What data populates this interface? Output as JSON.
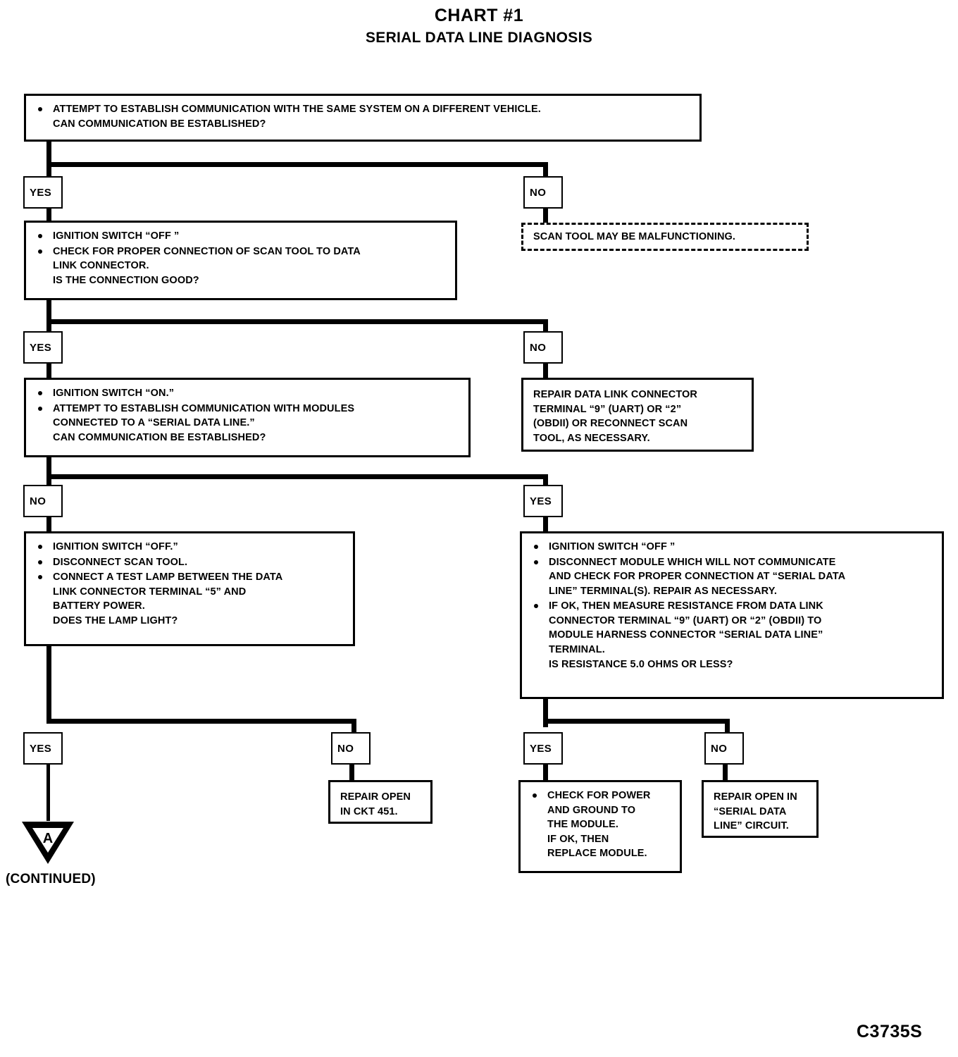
{
  "title": {
    "main": "CHART #1",
    "sub": "SERIAL DATA LINE DIAGNOSIS"
  },
  "footer": {
    "code": "C3735S",
    "continued": "(CONTINUED)"
  },
  "labels": {
    "yes": "YES",
    "no": "NO",
    "connector_a": "A"
  },
  "chart_data": {
    "type": "diagram",
    "diagram_type": "flowchart",
    "title": "CHART #1 — SERIAL DATA LINE DIAGNOSIS",
    "nodes": [
      {
        "id": "step1",
        "kind": "decision",
        "border": "solid",
        "bullets": [
          [
            "ATTEMPT TO ESTABLISH COMMUNICATION WITH THE SAME SYSTEM ON A DIFFERENT VEHICLE.",
            "CAN COMMUNICATION BE ESTABLISHED?"
          ]
        ]
      },
      {
        "id": "step1_no_result",
        "kind": "terminal",
        "border": "dashed",
        "bullets": [
          [
            "SCAN TOOL MAY BE MALFUNCTIONING."
          ]
        ]
      },
      {
        "id": "step2",
        "kind": "decision",
        "border": "solid",
        "bullets": [
          [
            "IGNITION SWITCH “OFF ”"
          ],
          [
            "CHECK FOR PROPER CONNECTION OF SCAN TOOL TO DATA",
            "LINK CONNECTOR.",
            "IS THE CONNECTION GOOD?"
          ]
        ]
      },
      {
        "id": "step2_no_result",
        "kind": "terminal",
        "border": "solid",
        "bullets": [
          [
            "REPAIR DATA LINK CONNECTOR",
            "TERMINAL “9” (UART) OR “2”",
            "(OBDII) OR RECONNECT SCAN",
            "TOOL, AS NECESSARY."
          ]
        ]
      },
      {
        "id": "step3",
        "kind": "decision",
        "border": "solid",
        "bullets": [
          [
            "IGNITION SWITCH “ON.”"
          ],
          [
            "ATTEMPT TO ESTABLISH COMMUNICATION WITH MODULES",
            "CONNECTED TO A “SERIAL DATA LINE.”",
            "CAN COMMUNICATION BE ESTABLISHED?"
          ]
        ]
      },
      {
        "id": "step4_left",
        "kind": "decision",
        "border": "solid",
        "bullets": [
          [
            "IGNITION SWITCH “OFF.”"
          ],
          [
            "DISCONNECT SCAN TOOL."
          ],
          [
            "CONNECT A TEST LAMP BETWEEN THE DATA",
            "LINK CONNECTOR TERMINAL “5” AND",
            "BATTERY POWER.",
            "DOES THE LAMP LIGHT?"
          ]
        ]
      },
      {
        "id": "step4_right",
        "kind": "decision",
        "border": "solid",
        "bullets": [
          [
            "IGNITION SWITCH “OFF ”"
          ],
          [
            "DISCONNECT MODULE WHICH WILL NOT COMMUNICATE",
            "AND CHECK FOR PROPER CONNECTION AT “SERIAL DATA",
            "LINE” TERMINAL(S).  REPAIR AS NECESSARY."
          ],
          [
            "IF OK, THEN MEASURE RESISTANCE FROM DATA LINK",
            "CONNECTOR TERMINAL “9” (UART) OR “2” (OBDII) TO",
            "MODULE HARNESS CONNECTOR “SERIAL DATA LINE”",
            "TERMINAL.",
            "IS RESISTANCE 5.0 OHMS OR LESS?"
          ]
        ]
      },
      {
        "id": "step4_left_no_result",
        "kind": "terminal",
        "border": "solid",
        "bullets": [
          [
            "REPAIR OPEN",
            "IN CKT 451."
          ]
        ]
      },
      {
        "id": "step4_right_yes_result",
        "kind": "terminal",
        "border": "solid",
        "bullets": [
          [
            "CHECK FOR POWER",
            "AND GROUND TO",
            "THE MODULE.",
            "IF OK, THEN",
            "REPLACE MODULE."
          ]
        ]
      },
      {
        "id": "step4_right_no_result",
        "kind": "terminal",
        "border": "solid",
        "bullets": [
          [
            "REPAIR OPEN IN",
            "“SERIAL DATA",
            "LINE” CIRCUIT."
          ]
        ]
      }
    ],
    "edges": [
      {
        "from": "step1",
        "label": "YES",
        "to": "step2"
      },
      {
        "from": "step1",
        "label": "NO",
        "to": "step1_no_result"
      },
      {
        "from": "step2",
        "label": "YES",
        "to": "step3"
      },
      {
        "from": "step2",
        "label": "NO",
        "to": "step2_no_result"
      },
      {
        "from": "step3",
        "label": "NO",
        "to": "step4_left"
      },
      {
        "from": "step3",
        "label": "YES",
        "to": "step4_right"
      },
      {
        "from": "step4_left",
        "label": "YES",
        "to": "connector_a"
      },
      {
        "from": "step4_left",
        "label": "NO",
        "to": "step4_left_no_result"
      },
      {
        "from": "step4_right",
        "label": "YES",
        "to": "step4_right_yes_result"
      },
      {
        "from": "step4_right",
        "label": "NO",
        "to": "step4_right_no_result"
      }
    ]
  },
  "boxes": {
    "step1": {
      "b1l1": "ATTEMPT TO ESTABLISH COMMUNICATION WITH THE SAME SYSTEM ON A DIFFERENT VEHICLE.",
      "b1l2": "CAN COMMUNICATION BE ESTABLISHED?"
    },
    "step1_no_result": {
      "l1": "SCAN TOOL MAY BE MALFUNCTIONING."
    },
    "step2": {
      "b1l1": "IGNITION SWITCH “OFF ”",
      "b2l1": "CHECK FOR PROPER CONNECTION OF SCAN TOOL TO DATA",
      "b2l2": "LINK CONNECTOR.",
      "b2l3": "IS THE CONNECTION GOOD?"
    },
    "step2_no_result": {
      "l1": "REPAIR DATA LINK CONNECTOR",
      "l2": "TERMINAL “9” (UART) OR “2”",
      "l3": "(OBDII) OR RECONNECT SCAN",
      "l4": "TOOL, AS NECESSARY."
    },
    "step3": {
      "b1l1": "IGNITION SWITCH “ON.”",
      "b2l1": "ATTEMPT TO ESTABLISH COMMUNICATION WITH MODULES",
      "b2l2": "CONNECTED TO A “SERIAL DATA LINE.”",
      "b2l3": "CAN COMMUNICATION BE ESTABLISHED?"
    },
    "step4_left": {
      "b1l1": "IGNITION SWITCH “OFF.”",
      "b2l1": "DISCONNECT SCAN TOOL.",
      "b3l1": "CONNECT A TEST LAMP BETWEEN THE DATA",
      "b3l2": "LINK CONNECTOR TERMINAL “5” AND",
      "b3l3": "BATTERY POWER.",
      "b3l4": "DOES THE LAMP LIGHT?"
    },
    "step4_right": {
      "b1l1": "IGNITION SWITCH “OFF ”",
      "b2l1": "DISCONNECT MODULE WHICH WILL NOT COMMUNICATE",
      "b2l2": "AND CHECK FOR PROPER CONNECTION AT “SERIAL DATA",
      "b2l3": "LINE” TERMINAL(S).  REPAIR AS NECESSARY.",
      "b3l1": "IF OK, THEN MEASURE RESISTANCE FROM DATA LINK",
      "b3l2": "CONNECTOR TERMINAL “9” (UART) OR “2” (OBDII) TO",
      "b3l3": "MODULE HARNESS CONNECTOR “SERIAL DATA LINE”",
      "b3l4": "TERMINAL.",
      "b3l5": "IS RESISTANCE 5.0 OHMS OR LESS?"
    },
    "step4_left_no_result": {
      "l1": "REPAIR OPEN",
      "l2": "IN CKT 451."
    },
    "step4_right_yes_result": {
      "l1": "CHECK FOR POWER",
      "l2": "AND GROUND TO",
      "l3": "THE MODULE.",
      "l4": "IF OK, THEN",
      "l5": "REPLACE MODULE."
    },
    "step4_right_no_result": {
      "l1": "REPAIR OPEN IN",
      "l2": "“SERIAL DATA",
      "l3": "LINE” CIRCUIT."
    }
  }
}
